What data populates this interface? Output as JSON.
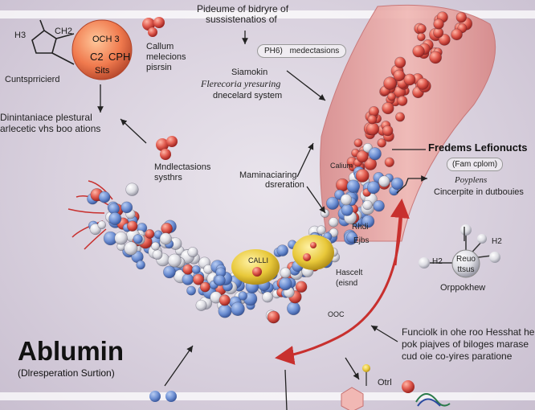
{
  "texts": {
    "top_title_1": "Pideume of bidryre of",
    "top_title_2": "sussistenatios of",
    "calium_mol": "Callum\nmelecions\npisrsin",
    "ph6": "PH6)",
    "medectasions": "medectasions",
    "siamokin": "Siamokin",
    "flerecoria": "Flerecoria yresuring",
    "dnecelard": "dnecelard system",
    "cuntsprericlerd": "Cuntsprricierd",
    "dinintaniace": "Dinintaniace plestural",
    "arlecetic": "arlecetic vhs boo ations",
    "mndlectasions": "Mndlectasions\nsysthrs",
    "maminaciaring": "Maminaciaring",
    "dsreration": "dsreration",
    "calum_center": "Calium",
    "fredems": "Fredems Lefionucts",
    "fam_plom": "(Fam cplom)",
    "poyplens": "Poyplens",
    "cincerpite": "Cincerpite in dutbouies",
    "rhdi": "Rhdi",
    "ejbs": "Ejbs",
    "calli": "CALLI",
    "hascelt": "Hascelt\n(eisnd",
    "ooc": "OOC",
    "h2_top": "H2",
    "h2_left": "H2",
    "reuo": "Reuo\nttsus",
    "orppokhew": "Orppokhew",
    "funciolk": "Funciolk in ohe roo Hesshat he",
    "pok": "pok piajves of biloges marase",
    "cud": "cud oie co-yires paratione",
    "otrl": "Otrl",
    "title_main": "Ablumin",
    "title_sub": "(Dlresperation Surtion)",
    "mol_h3": "H3",
    "mol_ch2": "CH2",
    "mol_ch3": "OCH 3",
    "mol_c2": "C2",
    "mol_cph": "CPH",
    "mol_sits": "Sits"
  },
  "colors": {
    "accent_red": "#c8302e",
    "sphere_blue": "#6d8fd3",
    "sphere_white": "#e8e8ec",
    "sphere_red": "#e05a4e",
    "sphere_yellow": "#e8c83a",
    "vessel": "#e9a3a3"
  }
}
